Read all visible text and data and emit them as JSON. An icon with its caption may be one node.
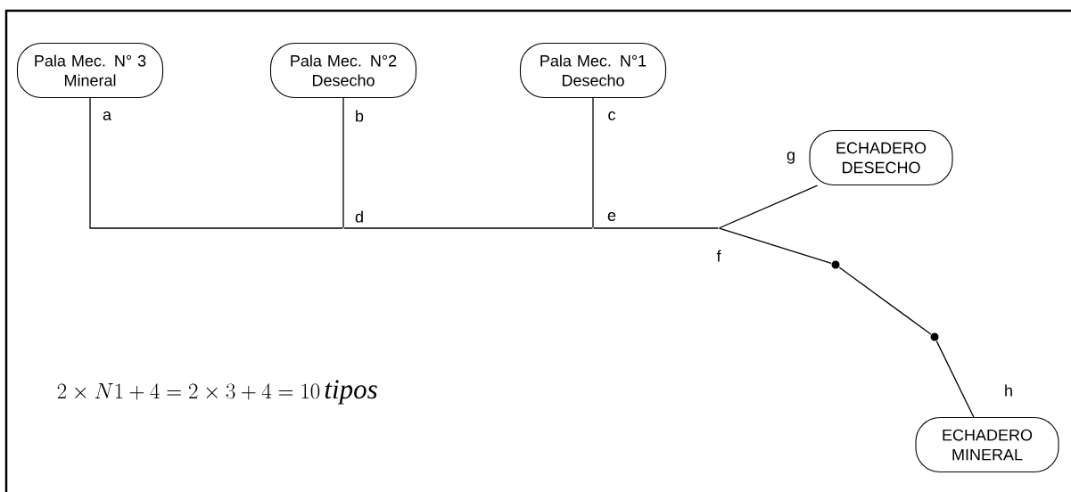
{
  "diagram": {
    "nodes": [
      {
        "text": [
          "Pala Mec. N° 3",
          "Mineral"
        ]
      },
      {
        "text": [
          "Pala Mec. N°2",
          "Desecho"
        ]
      },
      {
        "text": [
          "Pala Mec. N°1",
          "Desecho"
        ]
      },
      {
        "text": [
          "ECHADERO DESECHO"
        ]
      },
      {
        "text": [
          "ECHADERO MINERAL"
        ]
      },
      {
        "text": [],
        "shape": "circle"
      },
      {
        "text": [],
        "shape": "circle"
      },
      {
        "text": [],
        "shape": "junction",
        "beside": [
          "d"
        ]
      },
      {
        "text": [],
        "shape": "junction",
        "beside": [
          "e"
        ]
      },
      {
        "text": [],
        "shape": "junction",
        "beside": [
          "f"
        ]
      }
    ],
    "edges": [
      {
        "from": 0,
        "to": 7,
        "arrow": "none",
        "label": "a"
      },
      {
        "from": 1,
        "to": 7,
        "arrow": "none",
        "label": "b"
      },
      {
        "from": 7,
        "to": 8,
        "arrow": "none"
      },
      {
        "from": 2,
        "to": 8,
        "arrow": "none",
        "label": "c"
      },
      {
        "from": 8,
        "to": 9,
        "arrow": "none"
      },
      {
        "from": 9,
        "to": 3,
        "arrow": "none",
        "label": "g"
      },
      {
        "from": 9,
        "to": 5,
        "arrow": "none"
      },
      {
        "from": 5,
        "to": 6,
        "arrow": "none"
      },
      {
        "from": 6,
        "to": 4,
        "arrow": "none",
        "label": "h"
      }
    ],
    "labels": [
      "2\\times N1+4=2\\times 3+4=10\\,\\mathit{tipos}"
    ]
  }
}
